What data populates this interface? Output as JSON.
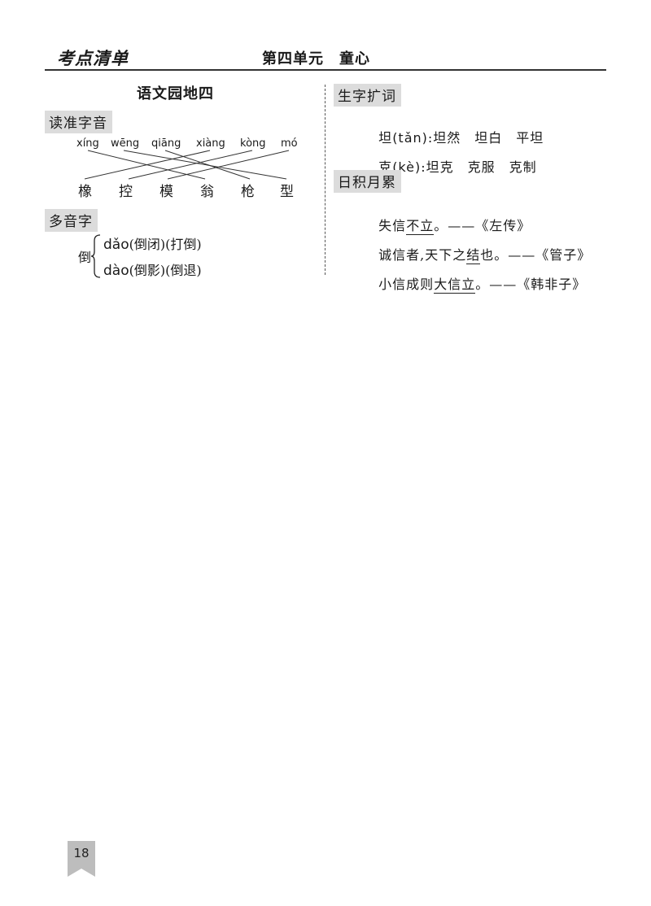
{
  "header": {
    "section": "考点清单",
    "unit": "第四单元　童心"
  },
  "left": {
    "title": "语文园地四",
    "read_tag": "读准字音",
    "pinyin": [
      "xíng",
      "wēng",
      "qiāng",
      "xiàng",
      "kòng",
      "mó"
    ],
    "chars": [
      "橡",
      "控",
      "模",
      "翁",
      "枪",
      "型"
    ],
    "poly_tag": "多音字",
    "poly_char": "倒",
    "poly": [
      {
        "pinyin": "dǎo",
        "words": "(倒闭)(打倒)"
      },
      {
        "pinyin": "dào",
        "words": "(倒影)(倒退)"
      }
    ]
  },
  "right": {
    "expand_tag": "生字扩词",
    "expand": [
      {
        "char": "坦",
        "pinyin": "(tǎn)",
        "words": ":坦然　坦白　平坦"
      },
      {
        "char": "克",
        "pinyin": "(kè)",
        "words": ":坦克　克服　克制"
      }
    ],
    "accum_tag": "日积月累",
    "quotes": [
      {
        "pre": "失信",
        "ul": "不立",
        "post": "。——《左传》"
      },
      {
        "pre": "诚信者,天下之",
        "ul": "结",
        "post": "也。——《管子》"
      },
      {
        "pre": "小信成则",
        "ul": "大信立",
        "post": "。——《韩非子》"
      }
    ]
  },
  "page_number": "18"
}
